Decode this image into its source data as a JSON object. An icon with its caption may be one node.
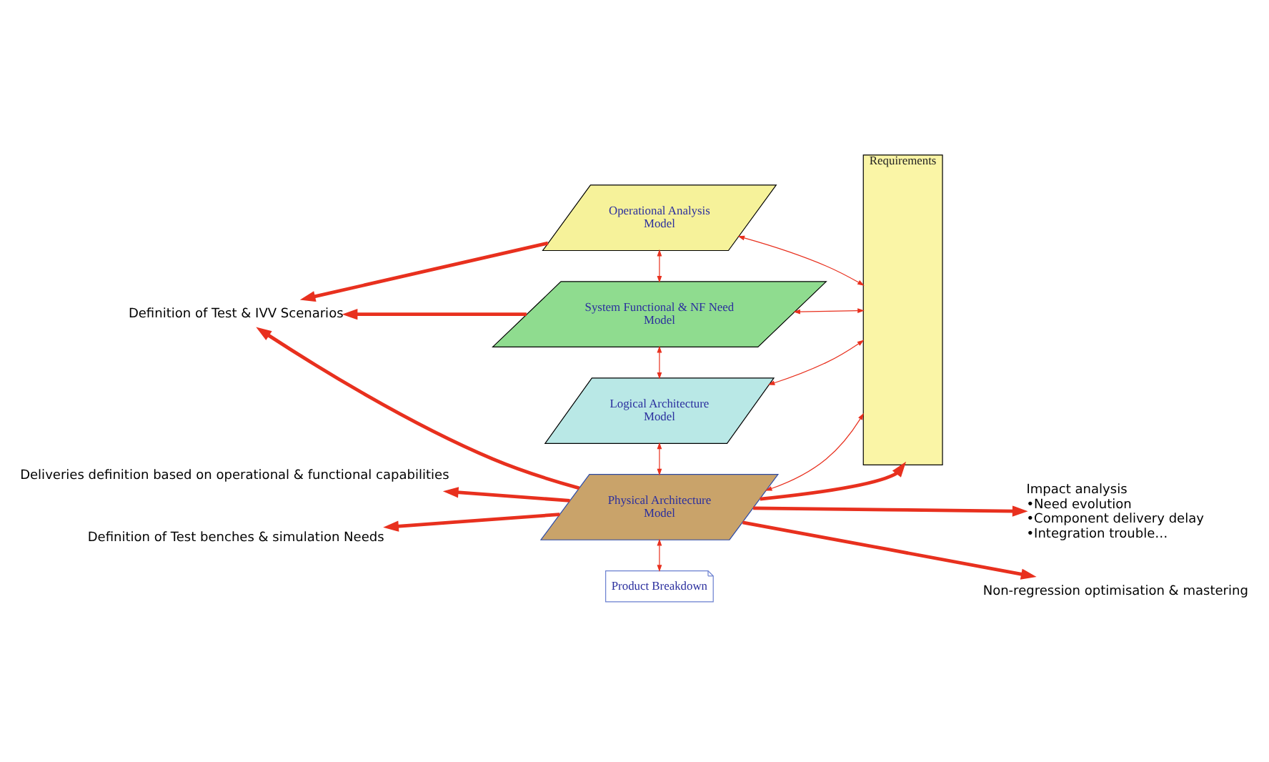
{
  "diagram": {
    "nodes": [
      {
        "text": [
          "Operational Analysis",
          "Model"
        ]
      },
      {
        "text": [
          "System Functional & NF Need",
          "Model"
        ]
      },
      {
        "text": [
          "Logical Architecture",
          "Model"
        ]
      },
      {
        "text": [
          "Physical Architecture",
          "Model"
        ]
      },
      {
        "text": [
          "Product Breakdown"
        ]
      },
      {
        "text": [
          "Requirements"
        ]
      },
      {
        "text": [
          "Definition of Test & IVV Scenarios"
        ]
      },
      {
        "text": [
          "Impact analysis",
          "•Need evolution",
          "•Component delivery delay",
          "•Integration trouble…"
        ]
      },
      {
        "text": [
          "Deliveries definition based on operational & functional capabilities"
        ]
      },
      {
        "text": [
          "Definition of Test benches & simulation Needs"
        ]
      },
      {
        "text": [
          "Non-regression optimisation & mastering"
        ]
      }
    ],
    "edges": [
      {
        "from": 0,
        "to": 1,
        "arrow": "both"
      },
      {
        "from": 1,
        "to": 2,
        "arrow": "both"
      },
      {
        "from": 2,
        "to": 3,
        "arrow": "both"
      },
      {
        "from": 3,
        "to": 4,
        "arrow": "both"
      },
      {
        "from": 0,
        "to": 5,
        "arrow": "both"
      },
      {
        "from": 1,
        "to": 5,
        "arrow": "both"
      },
      {
        "from": 2,
        "to": 5,
        "arrow": "both"
      },
      {
        "from": 3,
        "to": 5,
        "arrow": "both"
      },
      {
        "from": 0,
        "to": 6,
        "arrow": "to",
        "style": "thick"
      },
      {
        "from": 1,
        "to": 6,
        "arrow": "to",
        "style": "thick"
      },
      {
        "from": 3,
        "to": 6,
        "arrow": "to",
        "style": "thick"
      },
      {
        "from": 3,
        "to": 8,
        "arrow": "to",
        "style": "thick"
      },
      {
        "from": 3,
        "to": 9,
        "arrow": "to",
        "style": "thick"
      },
      {
        "from": 3,
        "to": 10,
        "arrow": "to",
        "style": "thick"
      },
      {
        "from": 3,
        "to": 5,
        "arrow": "to",
        "style": "thick"
      },
      {
        "from": 3,
        "to": 7,
        "arrow": "to",
        "style": "thick"
      }
    ]
  }
}
